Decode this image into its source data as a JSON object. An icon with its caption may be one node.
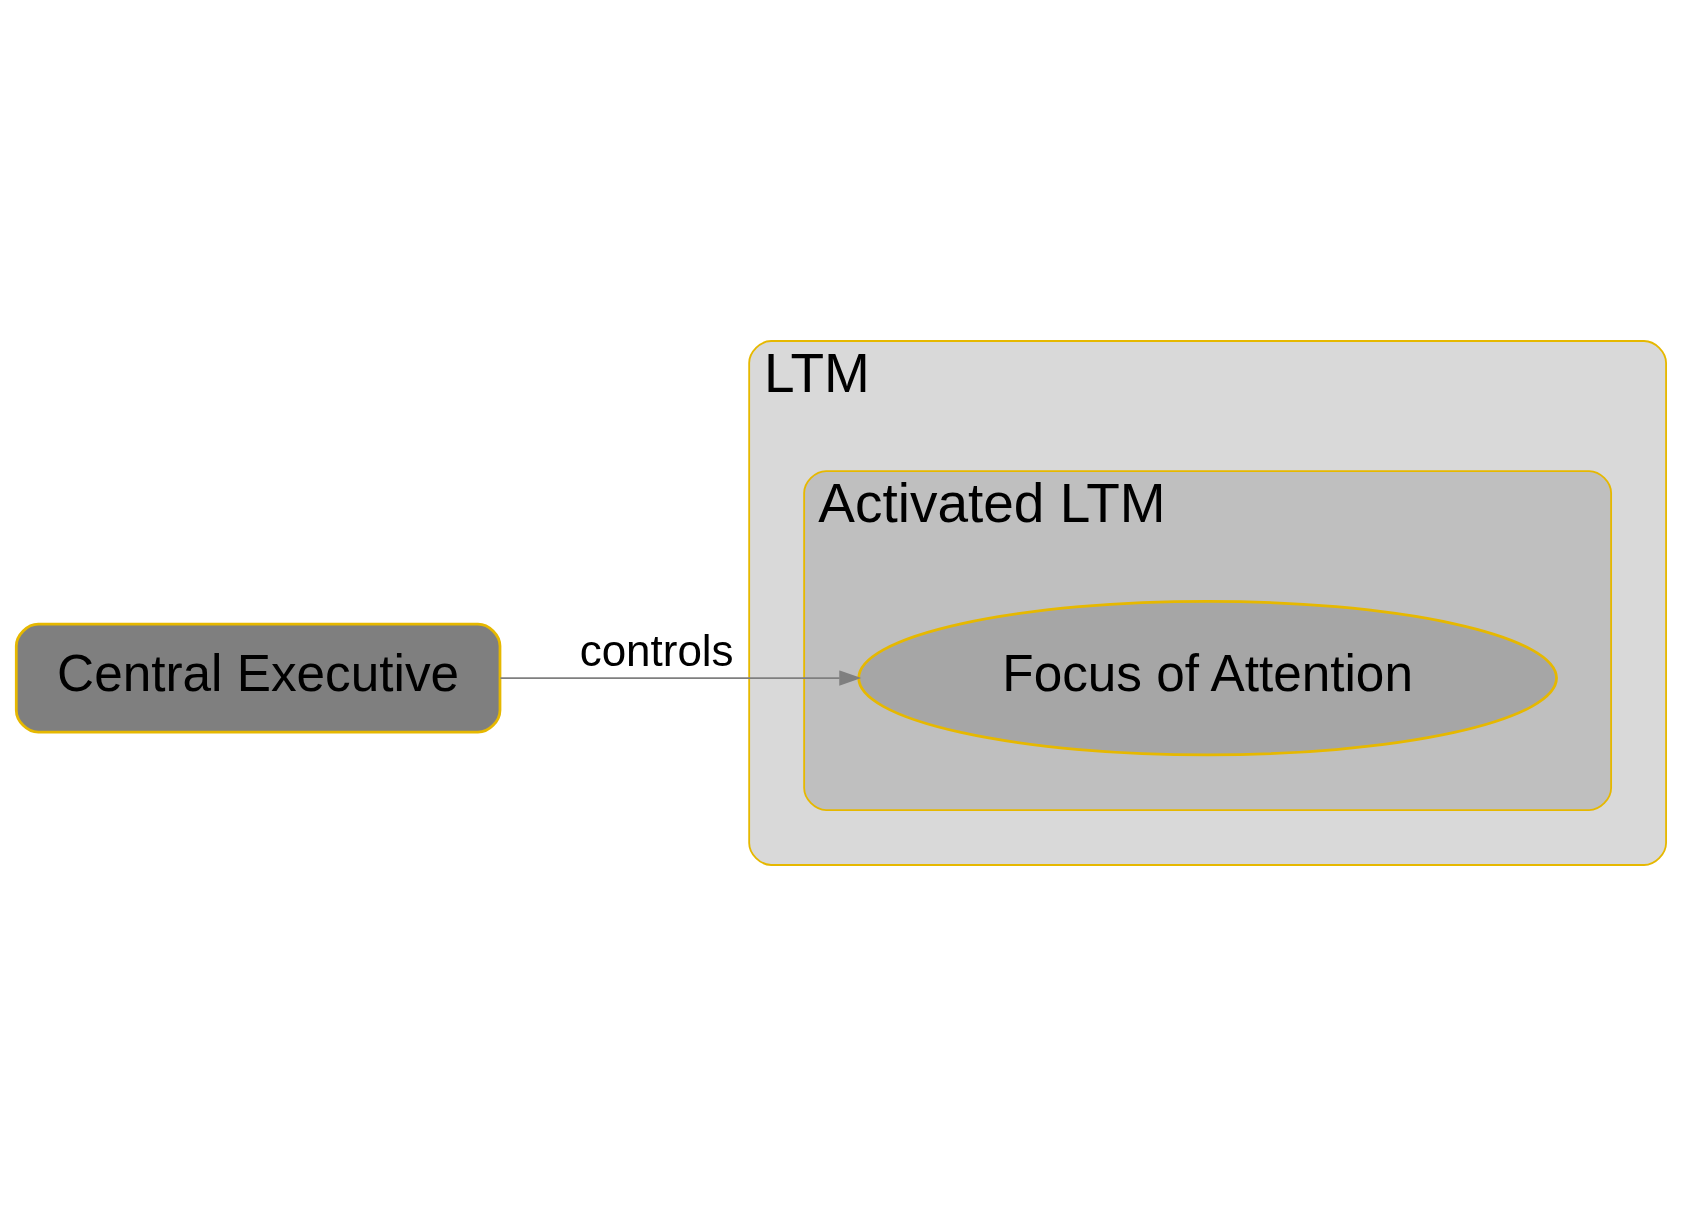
{
  "diagram": {
    "nodes": [
      {
        "text": [
          "LTM"
        ]
      },
      {
        "text": [
          "Activated LTM"
        ],
        "in": 0
      },
      {
        "text": [
          "Focus of Attention"
        ],
        "in": 1
      },
      {
        "text": [
          "Central Executive"
        ]
      }
    ],
    "edges": [
      {
        "from": 3,
        "to": 2,
        "arrow": "to",
        "label": "controls"
      }
    ]
  }
}
